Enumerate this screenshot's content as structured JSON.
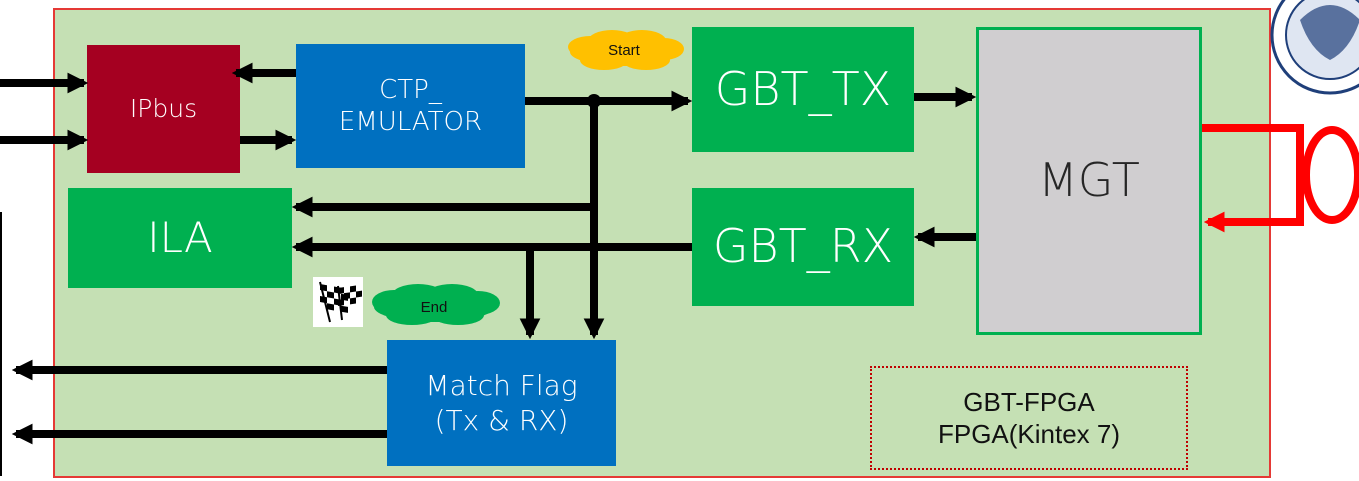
{
  "blocks": {
    "ipbus": "IPbus",
    "ctp_line1": "CTP_",
    "ctp_line2": "EMULATOR",
    "gbt_tx": "GBT_TX",
    "gbt_rx": "GBT_RX",
    "mgt": "MGT",
    "ila": "ILA",
    "match_line1": "Match Flag",
    "match_line2": "(Tx & RX)",
    "fpga_line1": "GBT-FPGA",
    "fpga_line2": "FPGA(Kintex 7)"
  },
  "markers": {
    "start": "Start",
    "end": "End"
  },
  "colors": {
    "board": "#c5e0b4",
    "board_border": "#e53935",
    "green_block": "#00b050",
    "blue_block": "#0070c0",
    "ipbus_block": "#a50021",
    "mgt_block": "#d0ced0",
    "loopback": "#ff0000",
    "start_cloud": "#ffc000",
    "end_cloud": "#00b050"
  },
  "icons": [
    "checkered-flag-icon",
    "university-seal-icon"
  ]
}
